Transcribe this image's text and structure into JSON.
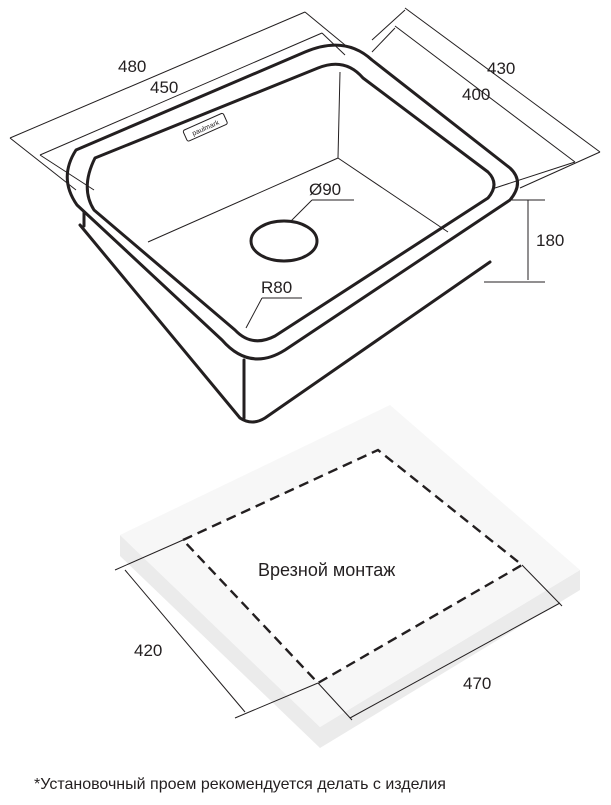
{
  "diagram": {
    "sink": {
      "dimensions": {
        "outer_length": "480",
        "inner_length": "450",
        "outer_width": "430",
        "inner_width": "400",
        "depth": "180",
        "drain": "Ø90",
        "radius": "R80"
      },
      "logo_text": "paulmark"
    },
    "cutout": {
      "title": "Врезной монтаж",
      "width": "420",
      "length": "470"
    },
    "footnote": "*Установочный проем рекомендуется делать с изделия"
  },
  "colors": {
    "line": "#231f20",
    "board_top": "#f7f7f7",
    "board_side": "#ebebeb",
    "background": "#ffffff"
  }
}
